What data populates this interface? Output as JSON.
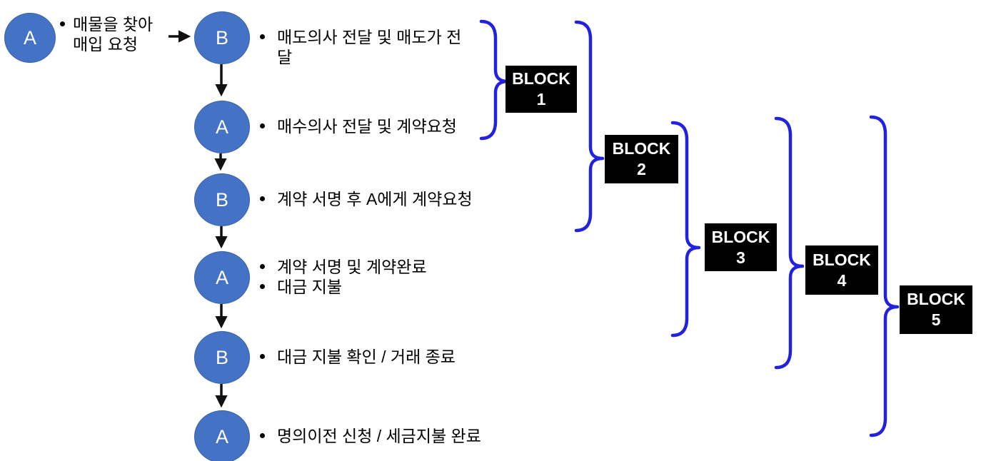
{
  "diagram": {
    "start": {
      "node_label": "A",
      "text": "매물을 찾아 매입 요청"
    },
    "rows": [
      {
        "node_label": "B",
        "bullets": [
          "매도의사 전달 및 매도가 전달"
        ]
      },
      {
        "node_label": "A",
        "bullets": [
          "매수의사 전달 및 계약요청"
        ]
      },
      {
        "node_label": "B",
        "bullets": [
          "계약 서명 후 A에게 계약요청"
        ]
      },
      {
        "node_label": "A",
        "bullets": [
          "계약 서명 및 계약완료",
          "대금 지불"
        ]
      },
      {
        "node_label": "B",
        "bullets": [
          "대금 지불 확인 / 거래 종료"
        ]
      },
      {
        "node_label": "A",
        "bullets": [
          "명의이전 신청 / 세금지불 완료"
        ]
      }
    ],
    "blocks": [
      {
        "line1": "BLOCK",
        "line2": "1"
      },
      {
        "line1": "BLOCK",
        "line2": "2"
      },
      {
        "line1": "BLOCK",
        "line2": "3"
      },
      {
        "line1": "BLOCK",
        "line2": "4"
      },
      {
        "line1": "BLOCK",
        "line2": "5"
      }
    ],
    "colors": {
      "node_fill": "#4472C4",
      "brace_blue": "#2121DE",
      "block_bg": "#000000",
      "block_text": "#FFFFFF",
      "arrow": "#111111",
      "body_text": "#000000"
    }
  }
}
